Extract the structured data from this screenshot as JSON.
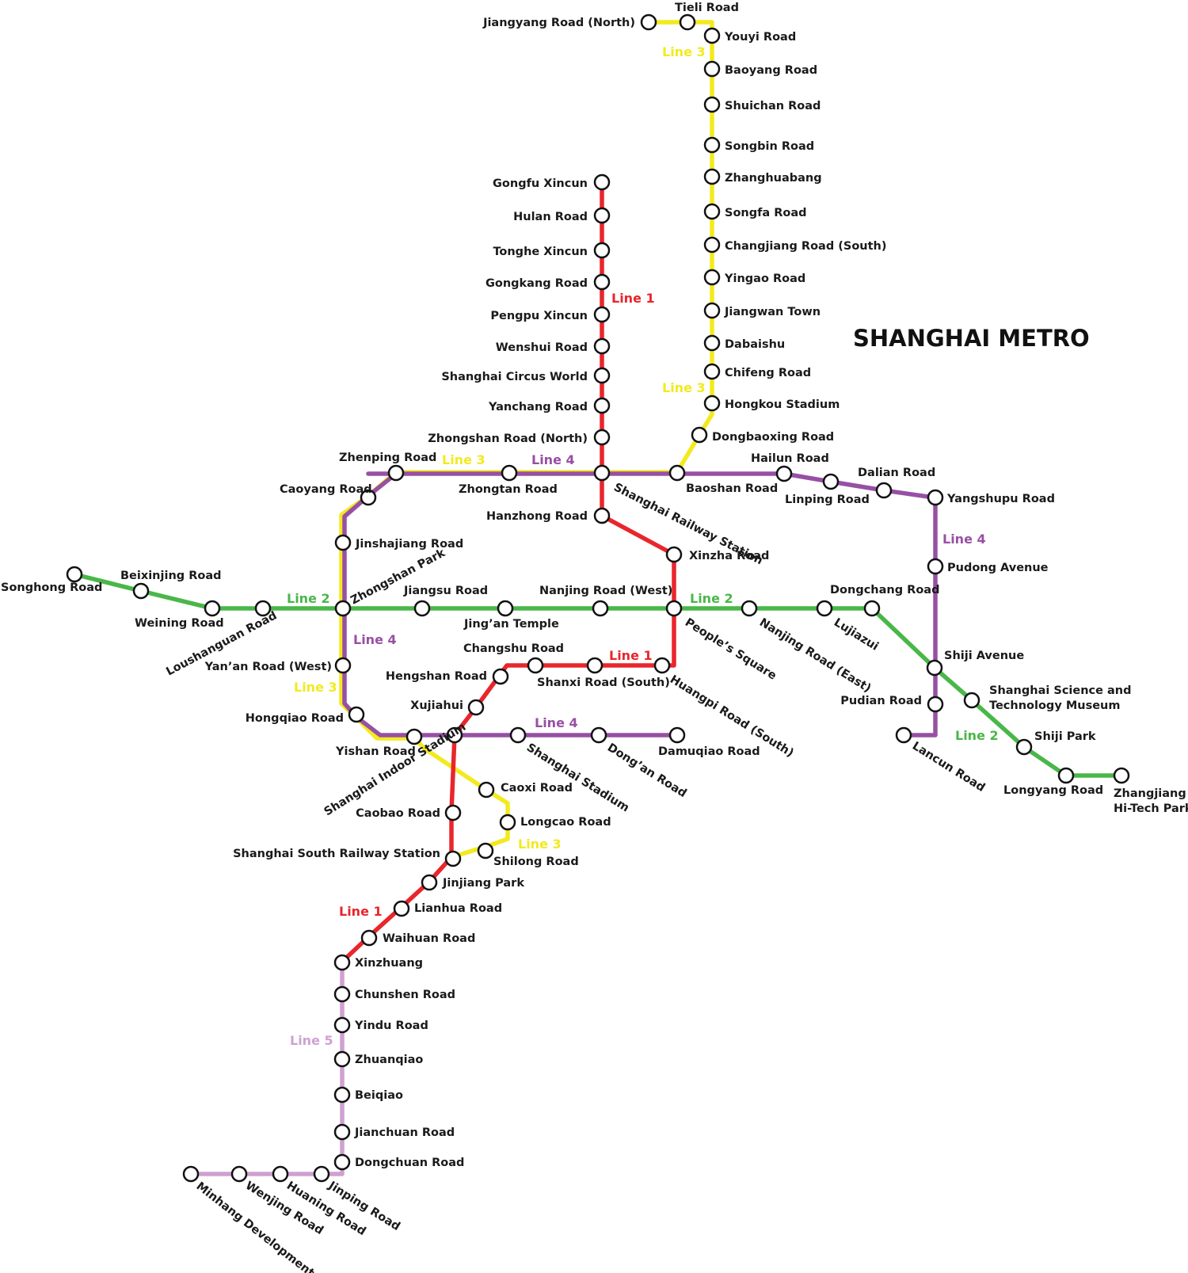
{
  "title": "SHANGHAI METRO",
  "colors": {
    "line1": "#e8262c",
    "line2": "#49b749",
    "line3": "#f2ea1e",
    "line4": "#9750a3",
    "line5": "#cfa1d1"
  },
  "line_labels": {
    "line1": "Line 1",
    "line2": "Line 2",
    "line3": "Line 3",
    "line4": "Line 4",
    "line5": "Line 5"
  },
  "stations": {
    "tieli_road": "Tieli Road",
    "jiangyang_road_north": "Jiangyang Road (North)",
    "youyi_road": "Youyi Road",
    "baoyang_road": "Baoyang Road",
    "shuichan_road": "Shuichan Road",
    "songbin_road": "Songbin Road",
    "zhanghuabang": "Zhanghuabang",
    "songfa_road": "Songfa Road",
    "changjiang_road_south": "Changjiang Road (South)",
    "yingao_road": "Yingao Road",
    "jiangwan_town": "Jiangwan Town",
    "dabaishu": "Dabaishu",
    "chifeng_road": "Chifeng Road",
    "hongkou_stadium": "Hongkou Stadium",
    "dongbaoxing_road": "Dongbaoxing Road",
    "gongfu_xincun": "Gongfu Xincun",
    "hulan_road": "Hulan Road",
    "tonghe_xincun": "Tonghe Xincun",
    "gongkang_road": "Gongkang Road",
    "pengpu_xincun": "Pengpu Xincun",
    "wenshui_road": "Wenshui Road",
    "shanghai_circus_world": "Shanghai Circus World",
    "yanchang_road": "Yanchang Road",
    "zhongshan_road_north": "Zhongshan Road (North)",
    "zhenping_road": "Zhenping Road",
    "caoyang_road": "Caoyang Road",
    "zhongtan_road": "Zhongtan Road",
    "shanghai_railway_station": "Shanghai Railway Station",
    "baoshan_road": "Baoshan Road",
    "hailun_road": "Hailun Road",
    "linping_road": "Linping Road",
    "dalian_road": "Dalian Road",
    "yangshupu_road": "Yangshupu Road",
    "hanzhong_road": "Hanzhong Road",
    "xinzha_road": "Xinzha Road",
    "jinshajiang_road": "Jinshajiang Road",
    "zhongshan_park": "Zhongshan Park",
    "pudong_avenue": "Pudong Avenue",
    "songhong_road": "Songhong Road",
    "beixinjing_road": "Beixinjing Road",
    "weining_road": "Weining Road",
    "loushanguan_road": "Loushanguan Road",
    "jiangsu_road": "Jiangsu Road",
    "jingan_temple": "Jing’an Temple",
    "nanjing_road_west": "Nanjing Road (West)",
    "peoples_square": "People’s Square",
    "nanjing_road_east": "Nanjing Road (East)",
    "lujiazui": "Lujiazui",
    "dongchang_road": "Dongchang Road",
    "shiji_avenue": "Shiji Avenue",
    "shanghai_science_museum_1": "Shanghai Science and",
    "shanghai_science_museum_2": "Technology Museum",
    "pudian_road": "Pudian Road",
    "lancun_road": "Lancun Road",
    "shiji_park": "Shiji Park",
    "longyang_road": "Longyang Road",
    "zhangjiang_1": "Zhangjiang",
    "zhangjiang_2": "Hi-Tech Park",
    "yanan_road_west": "Yan’an Road (West)",
    "changshu_road": "Changshu Road",
    "hengshan_road": "Hengshan Road",
    "shanxi_road_south": "Shanxi Road (South)",
    "huangpi_road_south": "Huangpi Road (South)",
    "xujiahui": "Xujiahui",
    "hongqiao_road": "Hongqiao Road",
    "yishan_road": "Yishan Road",
    "shanghai_indoor_stadium": "Shanghai Indoor Stadium",
    "shanghai_stadium": "Shanghai Stadium",
    "dongan_road": "Dong’an Road",
    "damuqiao_road": "Damuqiao Road",
    "caoxi_road": "Caoxi Road",
    "caobao_road": "Caobao Road",
    "longcao_road": "Longcao Road",
    "shanghai_south_railway_station": "Shanghai South Railway Station",
    "shilong_road": "Shilong Road",
    "jinjiang_park": "Jinjiang Park",
    "lianhua_road": "Lianhua Road",
    "waihuan_road": "Waihuan Road",
    "xinzhuang": "Xinzhuang",
    "chunshen_road": "Chunshen Road",
    "yindu_road": "Yindu Road",
    "zhuanqiao": "Zhuanqiao",
    "beiqiao": "Beiqiao",
    "jianchuan_road": "Jianchuan Road",
    "dongchuan_road": "Dongchuan Road",
    "jinping_road": "Jinping Road",
    "huaning_road": "Huaning Road",
    "wenjing_road": "Wenjing Road",
    "minhang_development_zone": "Minhang Development Zone"
  }
}
